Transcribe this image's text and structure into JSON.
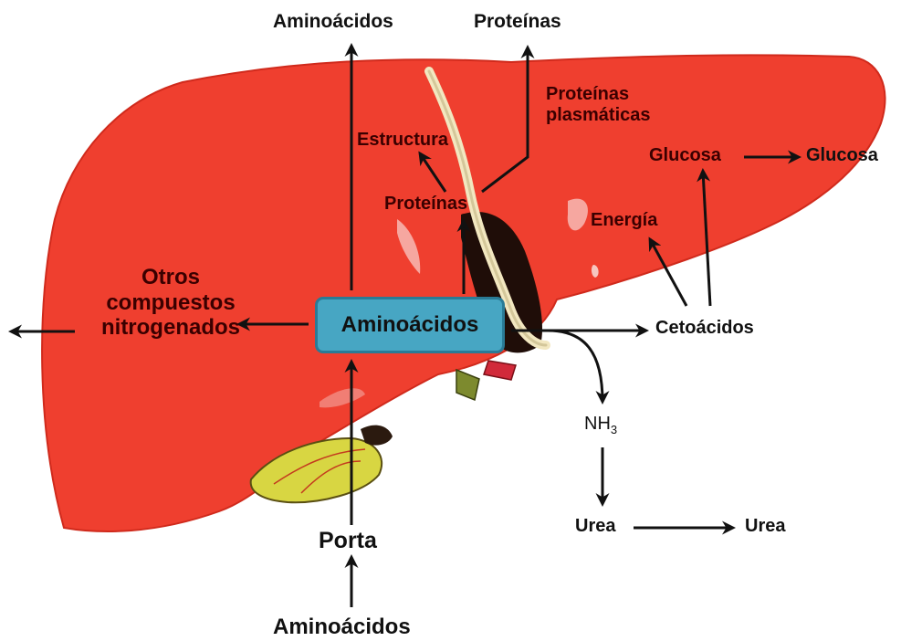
{
  "diagram": {
    "center_box": "Aminoácidos",
    "labels": {
      "aminoacidos_top": "Aminoácidos",
      "proteinas_top": "Proteínas",
      "proteinas_plasmaticas": "Proteínas plasmáticas",
      "estructura": "Estructura",
      "proteinas_inner": "Proteínas",
      "glucosa_inner": "Glucosa",
      "glucosa_outer": "Glucosa",
      "energia": "Energía",
      "otros_compuestos": "Otros compuestos nitrogenados",
      "cetoacidos": "Cetoácidos",
      "nh3_base": "NH",
      "nh3_sub": "3",
      "urea_left": "Urea",
      "urea_right": "Urea",
      "porta": "Porta",
      "aminoacidos_bottom": "Aminoácidos"
    },
    "colors": {
      "liver": "#ef3f2f",
      "liver_outline": "#c8291c",
      "box_fill": "#47a6c3",
      "box_border": "#2a7b96",
      "arrow": "#111111"
    }
  }
}
